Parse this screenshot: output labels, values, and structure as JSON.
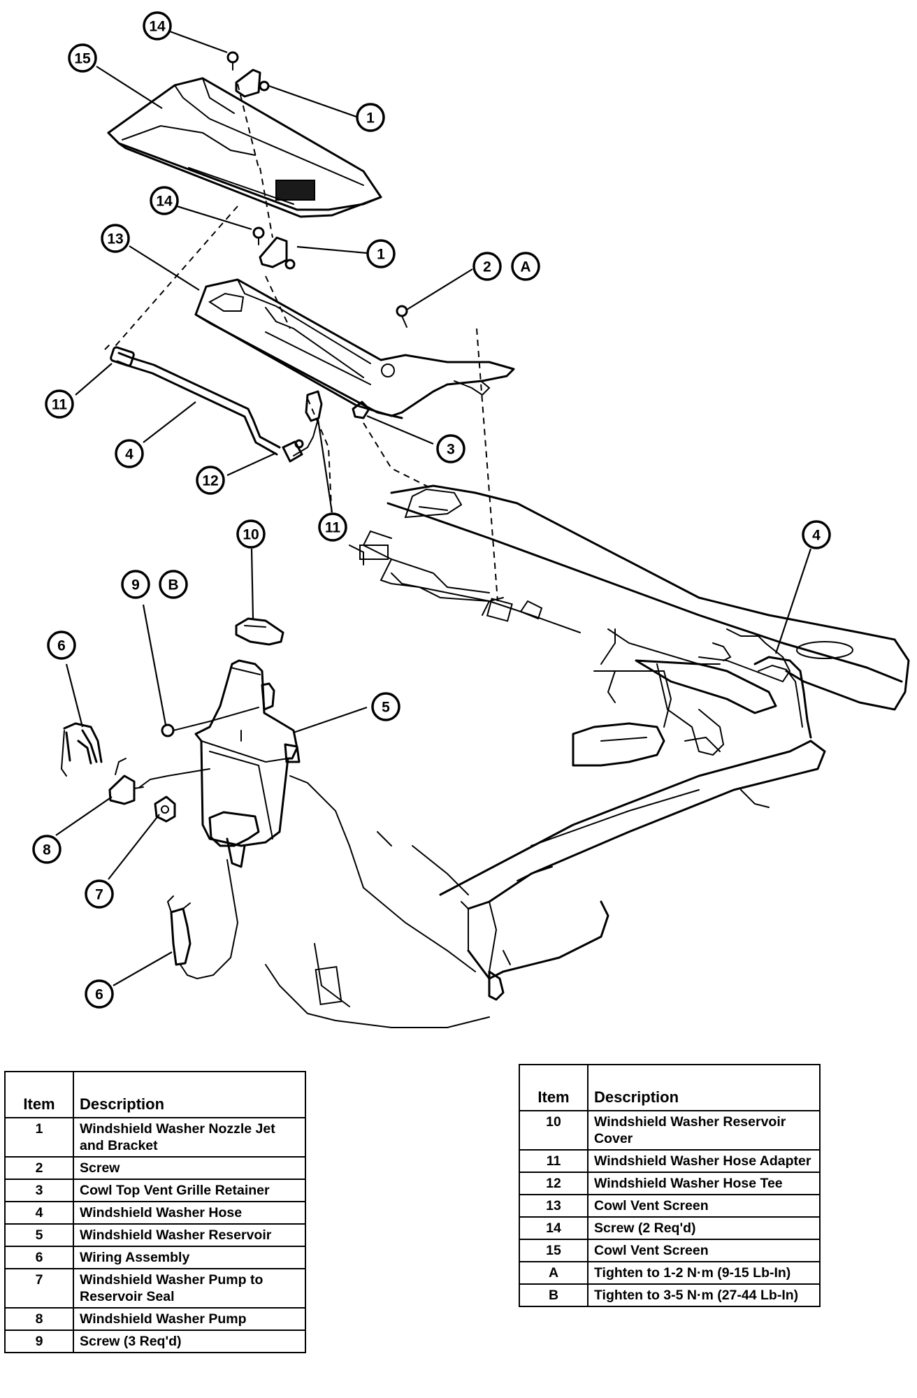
{
  "callouts": [
    {
      "label": "14"
    },
    {
      "label": "15"
    },
    {
      "label": "1"
    },
    {
      "label": "14"
    },
    {
      "label": "1"
    },
    {
      "label": "13"
    },
    {
      "label": "2"
    },
    {
      "label": "A"
    },
    {
      "label": "11"
    },
    {
      "label": "3"
    },
    {
      "label": "4"
    },
    {
      "label": "12"
    },
    {
      "label": "11"
    },
    {
      "label": "10"
    },
    {
      "label": "4"
    },
    {
      "label": "9"
    },
    {
      "label": "B"
    },
    {
      "label": "6"
    },
    {
      "label": "5"
    },
    {
      "label": "8"
    },
    {
      "label": "7"
    },
    {
      "label": "6"
    }
  ],
  "tables": {
    "left": {
      "headers": {
        "item": "Item",
        "description": "Description"
      },
      "rows": [
        {
          "item": "1",
          "description": "Windshield Washer Nozzle Jet and Bracket"
        },
        {
          "item": "2",
          "description": "Screw"
        },
        {
          "item": "3",
          "description": "Cowl Top Vent Grille Retainer"
        },
        {
          "item": "4",
          "description": "Windshield Washer Hose"
        },
        {
          "item": "5",
          "description": "Windshield Washer Reservoir"
        },
        {
          "item": "6",
          "description": "Wiring Assembly"
        },
        {
          "item": "7",
          "description": "Windshield Washer Pump to Reservoir Seal"
        },
        {
          "item": "8",
          "description": "Windshield Washer Pump"
        },
        {
          "item": "9",
          "description": "Screw (3 Req'd)"
        }
      ]
    },
    "right": {
      "headers": {
        "item": "Item",
        "description": "Description"
      },
      "rows": [
        {
          "item": "10",
          "description": "Windshield Washer Reservoir Cover"
        },
        {
          "item": "11",
          "description": "Windshield Washer Hose Adapter"
        },
        {
          "item": "12",
          "description": "Windshield Washer Hose Tee"
        },
        {
          "item": "13",
          "description": "Cowl Vent Screen"
        },
        {
          "item": "14",
          "description": "Screw (2 Req'd)"
        },
        {
          "item": "15",
          "description": "Cowl Vent Screen"
        },
        {
          "item": "A",
          "description": "Tighten to 1-2 N·m (9-15 Lb-In)"
        },
        {
          "item": "B",
          "description": "Tighten to 3-5 N·m (27-44 Lb-In)"
        }
      ]
    }
  }
}
